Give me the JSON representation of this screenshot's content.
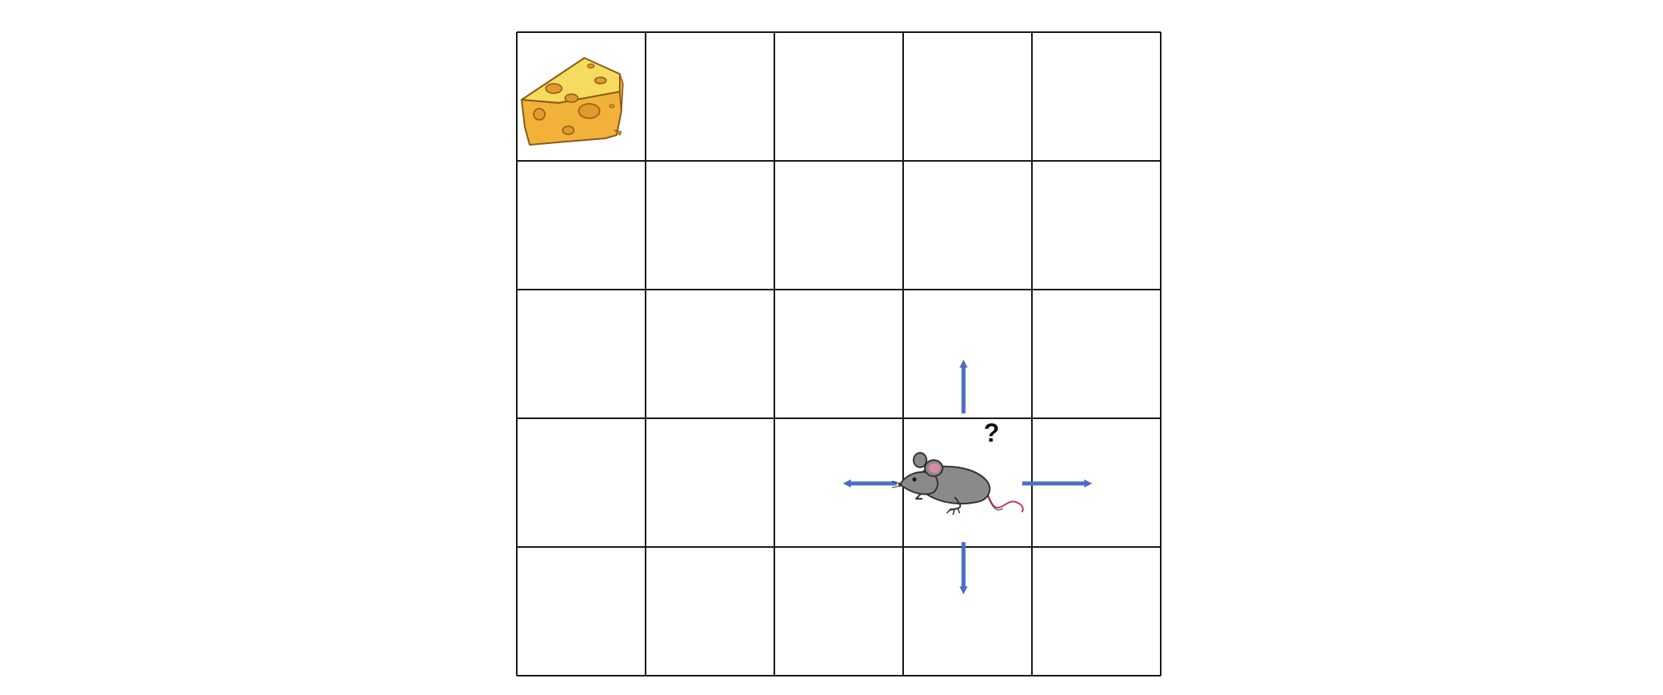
{
  "grid": {
    "rows": 5,
    "cols": 5,
    "line_color": "#1a1a1a"
  },
  "cheese": {
    "icon": "cheese-icon",
    "row": 0,
    "col": 0,
    "colors": {
      "top": "#f6dc5e",
      "front": "#f2b23a",
      "holes": "#e39a2c",
      "outline": "#8a5a1b"
    }
  },
  "mouse": {
    "icon": "mouse-icon",
    "row": 3,
    "col": 3,
    "question": "?",
    "colors": {
      "body": "#8a8a8c",
      "ear_inner": "#d98aa6",
      "outline": "#333333",
      "tail": "#c23b5a"
    }
  },
  "arrows": {
    "color": "#4a6fc1",
    "directions": [
      "up",
      "down",
      "left",
      "right"
    ]
  }
}
